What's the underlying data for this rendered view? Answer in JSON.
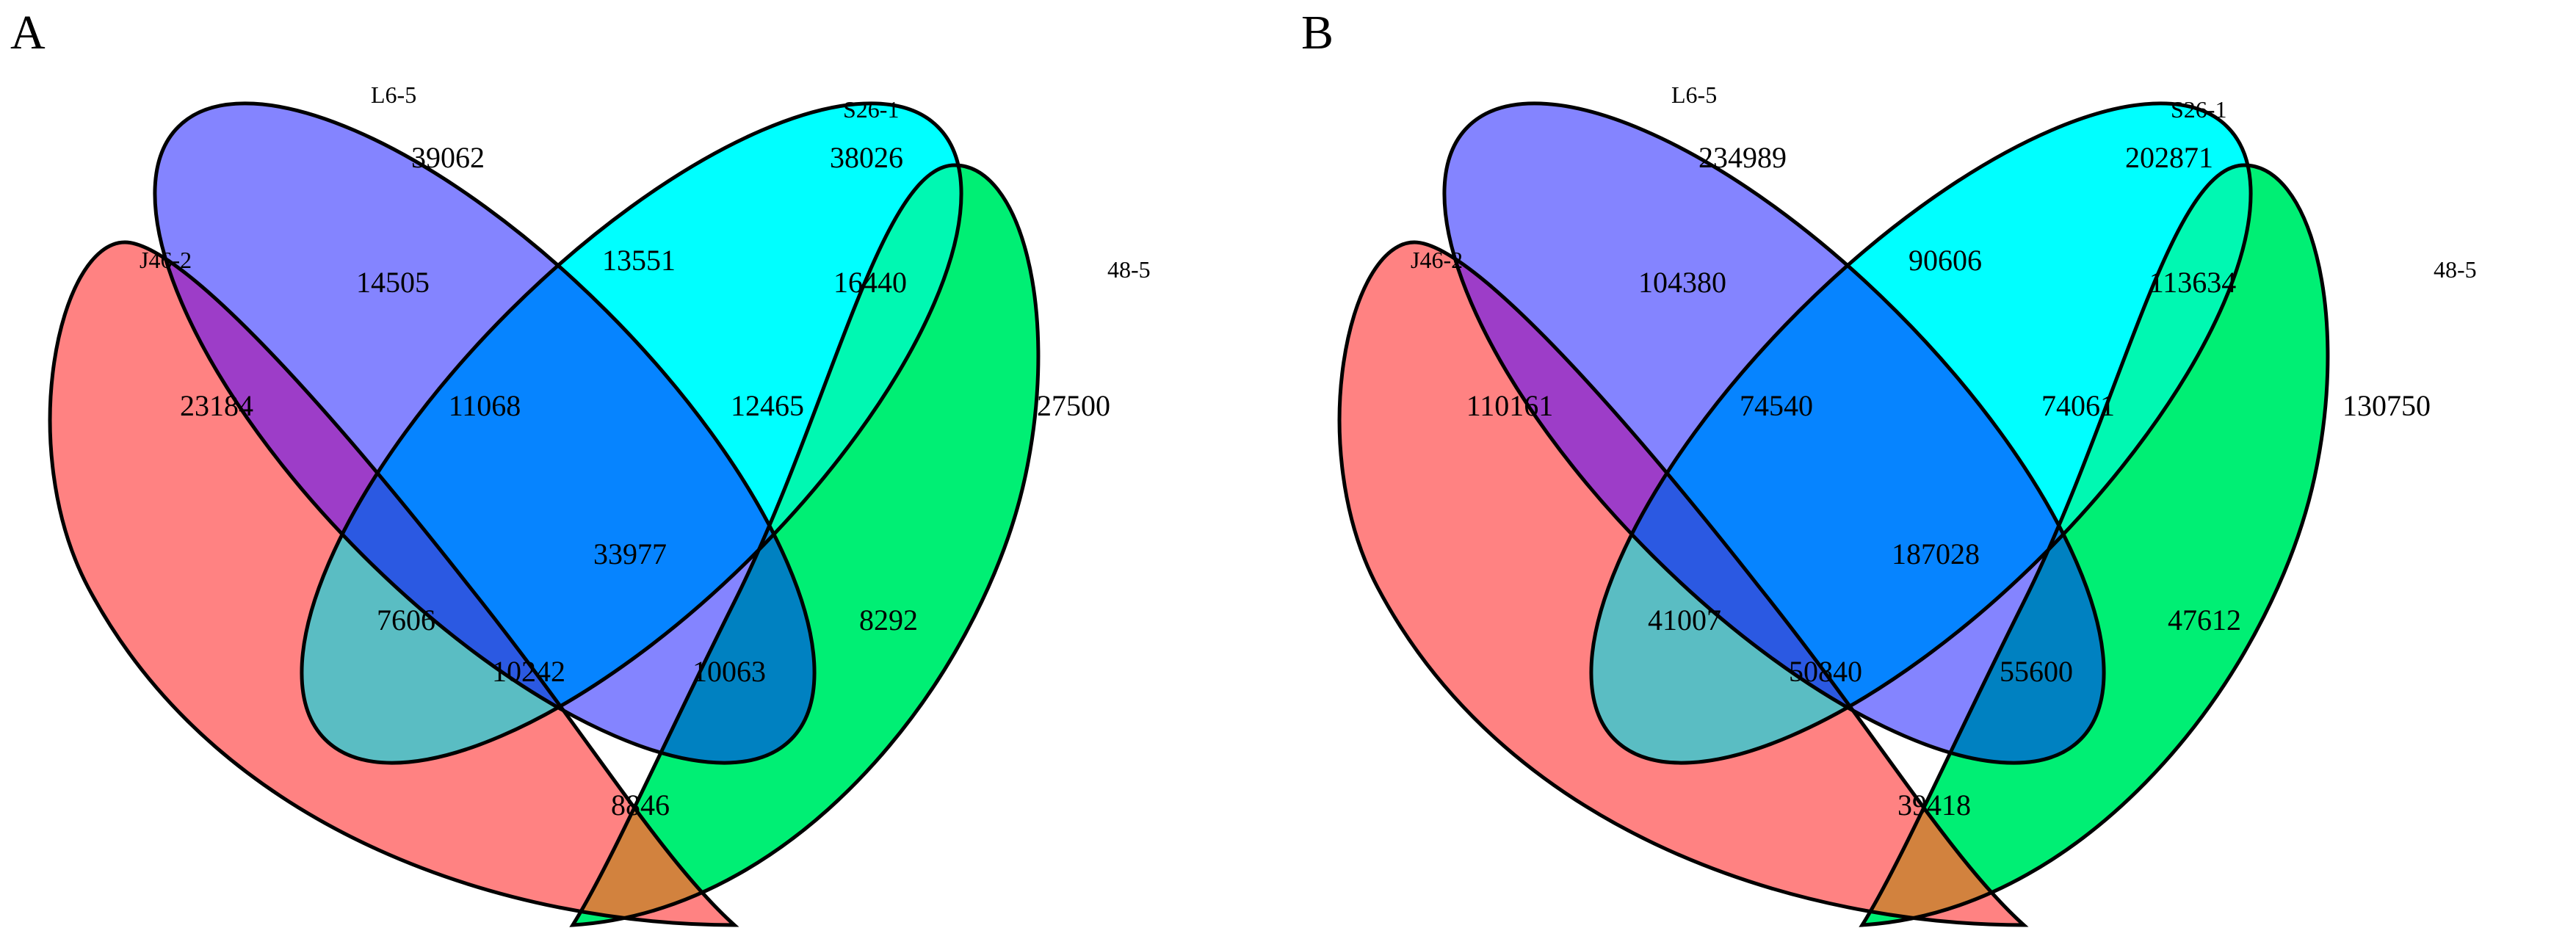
{
  "colors": {
    "set_a": "#ff8282",
    "set_b": "#8484ff",
    "set_c": "#00ffff",
    "set_d": "#00ef74",
    "a_b": "#9d3dc8",
    "b_c": "#0684ff",
    "c_d": "#00f8b2",
    "a_c": "#5abdc3",
    "b_d": "#0081c1",
    "a_d": "#d2823e",
    "a_b_c": "#2b59e2",
    "b_c_d": "#0682e2",
    "a_c_d": "#00bea3",
    "a_b_d": "#6c40a8",
    "all": "#0361d8",
    "outline": "#000000"
  },
  "panels": [
    {
      "label": "A",
      "set_labels": {
        "a": "J46-2",
        "b": "L6-5",
        "c": "S26-1",
        "d": "48-5"
      },
      "counts": {
        "a": "23184",
        "b": "39062",
        "c": "38026",
        "d": "27500",
        "a_b": "14505",
        "b_c": "13551",
        "c_d": "16440",
        "a_b_c": "11068",
        "b_c_d": "12465",
        "all": "33977",
        "a_c": "7606",
        "b_d": "8292",
        "a_c_d": "10242",
        "a_b_d": "10063",
        "a_d": "8846"
      }
    },
    {
      "label": "B",
      "set_labels": {
        "a": "J46-2",
        "b": "L6-5",
        "c": "S26-1",
        "d": "48-5"
      },
      "counts": {
        "a": "110161",
        "b": "234989",
        "c": "202871",
        "d": "130750",
        "a_b": "104380",
        "b_c": "90606",
        "c_d": "113634",
        "a_b_c": "74540",
        "b_c_d": "74061",
        "all": "187028",
        "a_c": "41007",
        "b_d": "47612",
        "a_c_d": "50840",
        "a_b_d": "55600",
        "a_d": "39418"
      }
    }
  ]
}
